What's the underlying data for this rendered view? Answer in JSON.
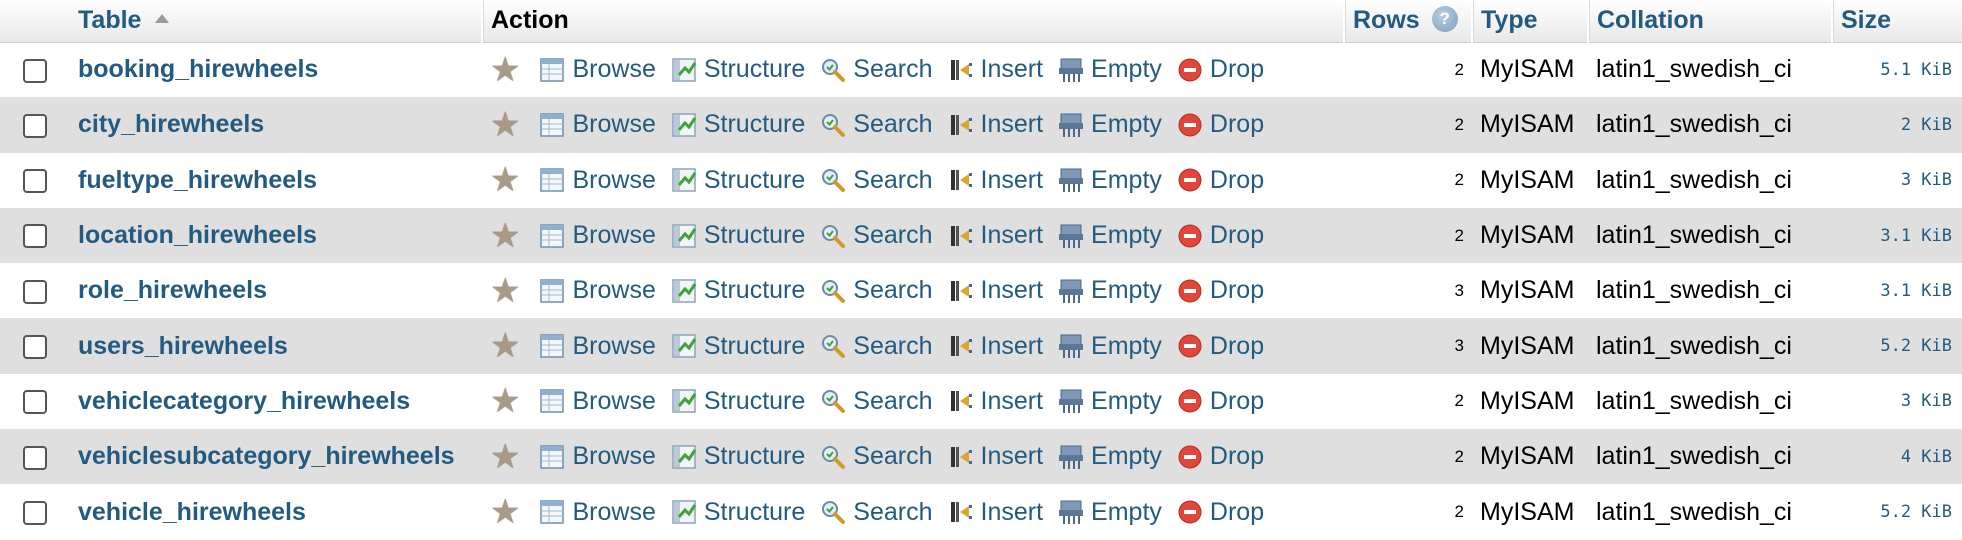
{
  "header": {
    "table": "Table",
    "action": "Action",
    "rows": "Rows",
    "rows_help_glyph": "?",
    "type": "Type",
    "collation": "Collation",
    "size": "Size"
  },
  "actions": {
    "browse": "Browse",
    "structure": "Structure",
    "search": "Search",
    "insert": "Insert",
    "empty": "Empty",
    "drop": "Drop"
  },
  "colors": {
    "link": "#235a81",
    "row_alt": "#dfdfdf",
    "drop_red": "#e0463a"
  },
  "tables": [
    {
      "name": "booking_hirewheels",
      "rows": "2",
      "type": "MyISAM",
      "collation": "latin1_swedish_ci",
      "size": "5.1 KiB"
    },
    {
      "name": "city_hirewheels",
      "rows": "2",
      "type": "MyISAM",
      "collation": "latin1_swedish_ci",
      "size": "2 KiB"
    },
    {
      "name": "fueltype_hirewheels",
      "rows": "2",
      "type": "MyISAM",
      "collation": "latin1_swedish_ci",
      "size": "3 KiB"
    },
    {
      "name": "location_hirewheels",
      "rows": "2",
      "type": "MyISAM",
      "collation": "latin1_swedish_ci",
      "size": "3.1 KiB"
    },
    {
      "name": "role_hirewheels",
      "rows": "3",
      "type": "MyISAM",
      "collation": "latin1_swedish_ci",
      "size": "3.1 KiB"
    },
    {
      "name": "users_hirewheels",
      "rows": "3",
      "type": "MyISAM",
      "collation": "latin1_swedish_ci",
      "size": "5.2 KiB"
    },
    {
      "name": "vehiclecategory_hirewheels",
      "rows": "2",
      "type": "MyISAM",
      "collation": "latin1_swedish_ci",
      "size": "3 KiB"
    },
    {
      "name": "vehiclesubcategory_hirewheels",
      "rows": "2",
      "type": "MyISAM",
      "collation": "latin1_swedish_ci",
      "size": "4 KiB"
    },
    {
      "name": "vehicle_hirewheels",
      "rows": "2",
      "type": "MyISAM",
      "collation": "latin1_swedish_ci",
      "size": "5.2 KiB"
    }
  ]
}
